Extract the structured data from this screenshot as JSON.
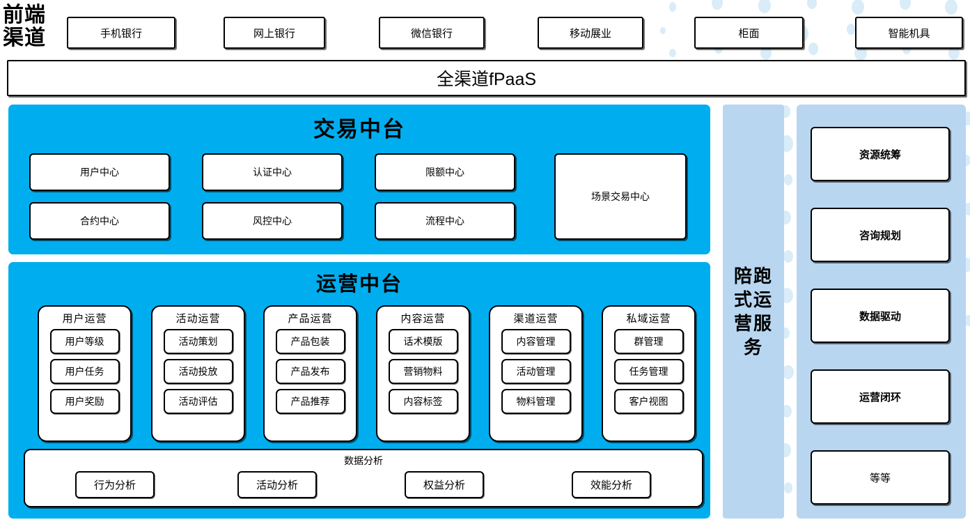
{
  "palette": {
    "cyan": "#00AEEF",
    "light_blue": "#B8D6F0",
    "box_white": "#FFFFFF",
    "outline": "#000000",
    "dot": "#D6EAF8"
  },
  "channels": {
    "title": "前端\n渠道",
    "title_line1": "前端",
    "title_line2": "渠道",
    "items": [
      {
        "label": "手机银行"
      },
      {
        "label": "网上银行"
      },
      {
        "label": "微信银行"
      },
      {
        "label": "移动展业"
      },
      {
        "label": "柜面"
      },
      {
        "label": "智能机具"
      }
    ]
  },
  "fpaas": {
    "label": "全渠道fPaaS"
  },
  "trade_platform": {
    "title": "交易中台",
    "boxes": [
      {
        "label": "用户中心"
      },
      {
        "label": "认证中心"
      },
      {
        "label": "限额中心"
      },
      {
        "label": "合约中心"
      },
      {
        "label": "风控中心"
      },
      {
        "label": "流程中心"
      },
      {
        "label": "场景交易中心"
      }
    ]
  },
  "ops_platform": {
    "title": "运营中台",
    "columns": [
      {
        "title": "用户运营",
        "items": [
          "用户等级",
          "用户任务",
          "用户奖励"
        ]
      },
      {
        "title": "活动运营",
        "items": [
          "活动策划",
          "活动投放",
          "活动评估"
        ]
      },
      {
        "title": "产品运营",
        "items": [
          "产品包装",
          "产品发布",
          "产品推荐"
        ]
      },
      {
        "title": "内容运营",
        "items": [
          "话术模版",
          "营销物料",
          "内容标签"
        ]
      },
      {
        "title": "渠道运营",
        "items": [
          "内容管理",
          "活动管理",
          "物料管理"
        ]
      },
      {
        "title": "私域运营",
        "items": [
          "群管理",
          "任务管理",
          "客户视图"
        ]
      }
    ],
    "analysis": {
      "title": "数据分析",
      "items": [
        "行为分析",
        "活动分析",
        "权益分析",
        "效能分析"
      ]
    }
  },
  "service_column": {
    "label": "陪跑式运营服务"
  },
  "capability_column": {
    "items": [
      {
        "label": "资源统筹",
        "bold": true
      },
      {
        "label": "咨询规划",
        "bold": true
      },
      {
        "label": "数据驱动",
        "bold": true
      },
      {
        "label": "运营闭环",
        "bold": true
      },
      {
        "label": "等等",
        "bold": false
      }
    ]
  }
}
